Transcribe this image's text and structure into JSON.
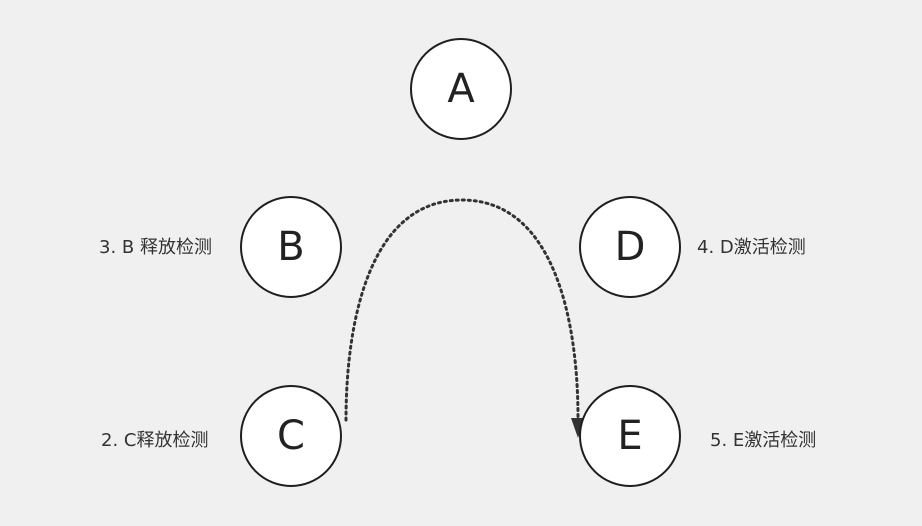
{
  "nodes": {
    "a": "A",
    "b": "B",
    "c": "C",
    "d": "D",
    "e": "E"
  },
  "labels": {
    "b": "3. B 释放检测",
    "c": "2. C释放检测",
    "d": "4. D激活检测",
    "e": "5. E激活检测"
  },
  "colors": {
    "background": "#f0f0f0",
    "node_fill": "#ffffff",
    "stroke": "#1f1f1f"
  }
}
